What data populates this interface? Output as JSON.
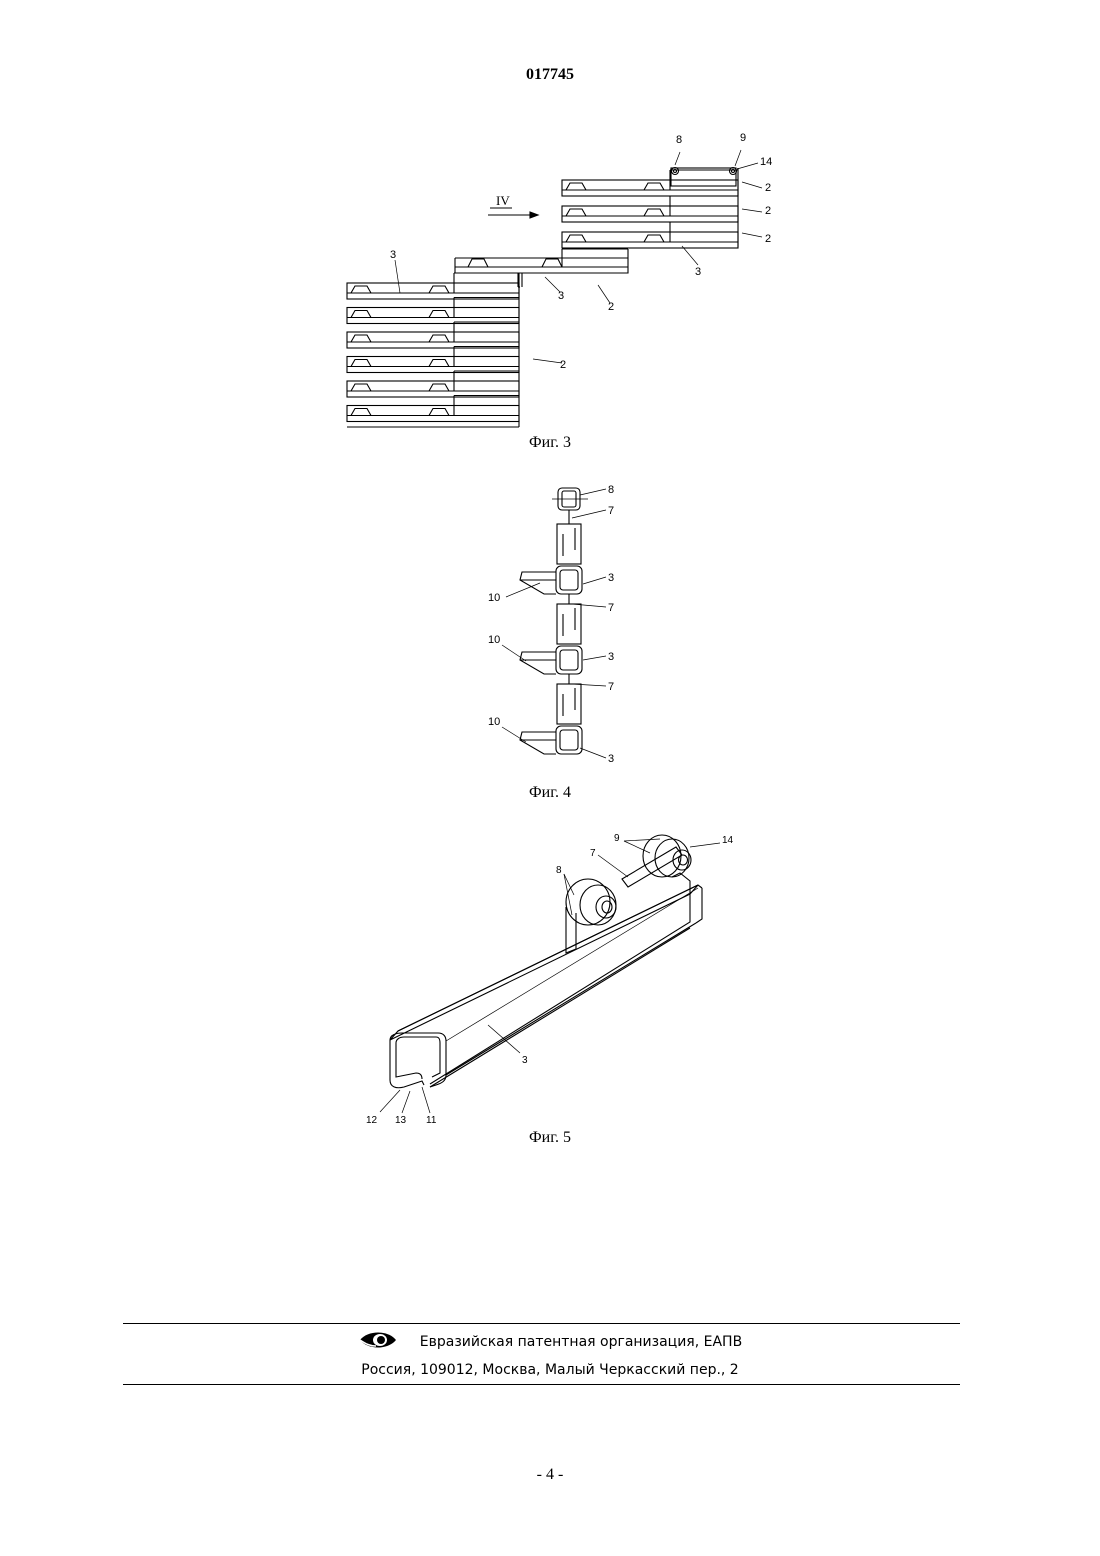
{
  "header": {
    "doc_number": "017745"
  },
  "figures": [
    {
      "caption": "Фиг. 3",
      "labels": {
        "view_marker": "IV",
        "ref_2": "2",
        "ref_3": "3",
        "ref_8": "8",
        "ref_9": "9",
        "ref_14": "14"
      }
    },
    {
      "caption": "Фиг. 4",
      "labels": {
        "ref_3": "3",
        "ref_7": "7",
        "ref_8": "8",
        "ref_10": "10"
      }
    },
    {
      "caption": "Фиг. 5",
      "labels": {
        "ref_3": "3",
        "ref_7": "7",
        "ref_8": "8",
        "ref_9": "9",
        "ref_11": "11",
        "ref_12": "12",
        "ref_13": "13",
        "ref_14": "14"
      }
    }
  ],
  "footer": {
    "organization": "Евразийская патентная организация, ЕАПВ",
    "address": "Россия, 109012, Москва, Малый Черкасский пер., 2",
    "logo_icon": "eapo-eye-logo-icon"
  },
  "page_number": "- 4 -"
}
